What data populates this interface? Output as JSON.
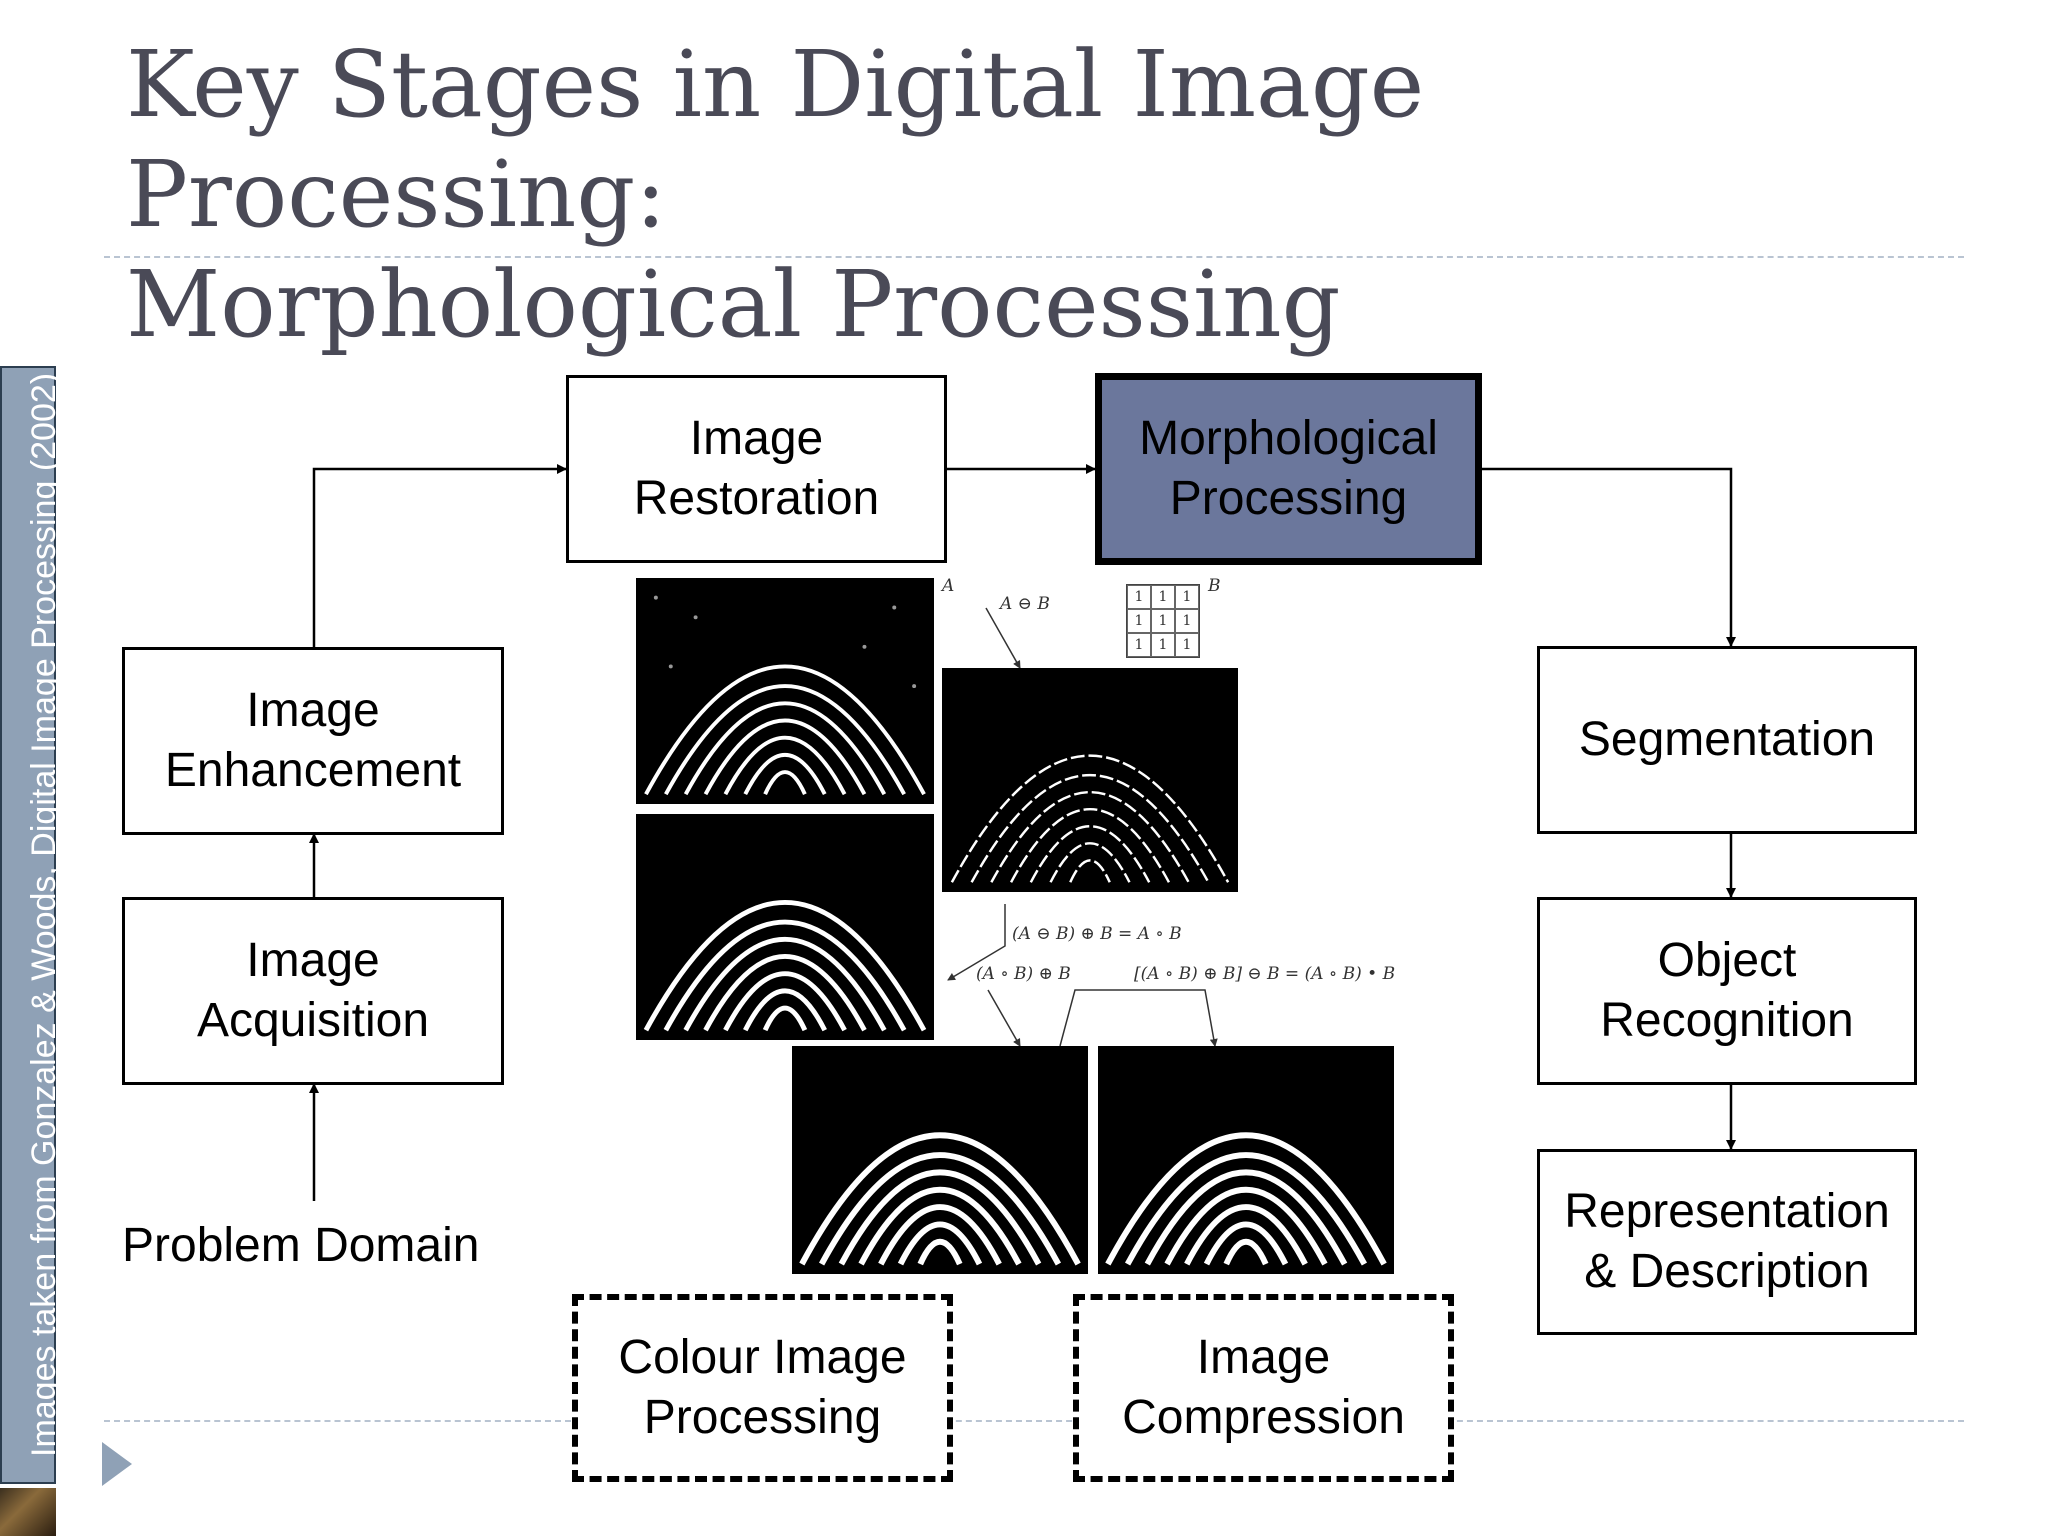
{
  "slide": {
    "title_line1": "Key Stages in Digital Image Processing:",
    "title_line2": "Morphological Processing",
    "sidebar_credit": "Images taken from Gonzalez & Woods, Digital Image Processing (2002)"
  },
  "stages": {
    "problem_domain": "Problem Domain",
    "image_acquisition": "Image\nAcquisition",
    "image_enhancement": "Image\nEnhancement",
    "image_restoration": "Image\nRestoration",
    "morphological_processing": "Morphological\nProcessing",
    "segmentation": "Segmentation",
    "object_recognition": "Object\nRecognition",
    "representation_description": "Representation\n& Description",
    "colour_image_processing": "Colour Image\nProcessing",
    "image_compression": "Image\nCompression"
  },
  "figure": {
    "label_a": "A",
    "label_b": "B",
    "erosion": "A ⊖ B",
    "opening_eq": "(A ⊖ B) ⊕ B = A ∘ B",
    "opening_dilate": "(A ∘ B) ⊕ B",
    "closing_eq": "[(A ∘ B) ⊕ B] ⊖ B = (A ∘ B) • B",
    "structuring_element": [
      "1",
      "1",
      "1",
      "1",
      "1",
      "1",
      "1",
      "1",
      "1"
    ]
  },
  "colors": {
    "active_stage": "#6b779c",
    "title_text": "#4a4a57",
    "sidebar": "#8fa1b6"
  }
}
